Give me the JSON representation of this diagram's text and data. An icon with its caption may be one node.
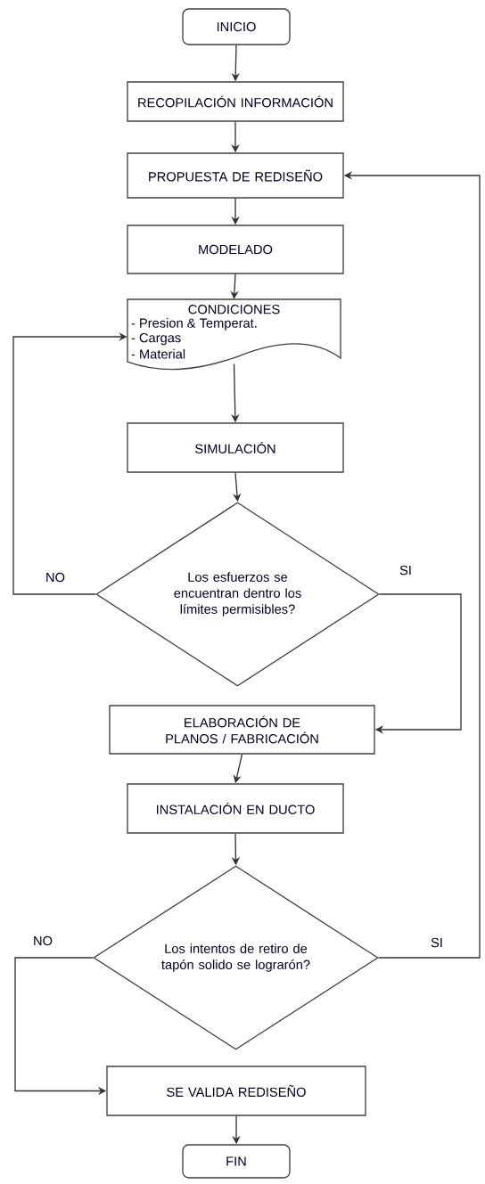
{
  "diagram": {
    "nodes": [
      {
        "text": [
          "INICIO"
        ]
      },
      {
        "text": [
          "RECOPILACIÓN INFORMACIÓN"
        ]
      },
      {
        "text": [
          "PROPUESTA DE REDISEÑO"
        ]
      },
      {
        "text": [
          "MODELADO"
        ]
      },
      {
        "text": [
          "CONDICIONES",
          "- Presion & Temperat.",
          "- Cargas",
          "- Material"
        ]
      },
      {
        "text": [
          "SIMULACIÓN"
        ]
      },
      {
        "text": [
          "Los esfuerzos se encuentran dentro los límites permisibles?"
        ]
      },
      {
        "text": [
          "ELABORACIÓN DE PLANOS / FABRICACIÓN"
        ]
      },
      {
        "text": [
          "INSTALACIÓN EN DUCTO"
        ]
      },
      {
        "text": [
          "Los intentos de retiro de tapón solido se lograrón?"
        ]
      },
      {
        "text": [
          "SE VALIDA REDISEÑO"
        ]
      },
      {
        "text": [
          "FIN"
        ]
      }
    ],
    "edges": [
      {
        "from": 0,
        "to": 1,
        "arrow": "to"
      },
      {
        "from": 1,
        "to": 2,
        "arrow": "to"
      },
      {
        "from": 2,
        "to": 3,
        "arrow": "to"
      },
      {
        "from": 3,
        "to": 4,
        "arrow": "to"
      },
      {
        "from": 4,
        "to": 5,
        "arrow": "to"
      },
      {
        "from": 5,
        "to": 6,
        "arrow": "to"
      },
      {
        "from": 6,
        "to": 4,
        "arrow": "to",
        "label": "NO"
      },
      {
        "from": 6,
        "to": 7,
        "arrow": "to",
        "label": "SI"
      },
      {
        "from": 7,
        "to": 8,
        "arrow": "to"
      },
      {
        "from": 8,
        "to": 9,
        "arrow": "to"
      },
      {
        "from": 9,
        "to": 10,
        "arrow": "to",
        "label": "NO"
      },
      {
        "from": 9,
        "to": 2,
        "arrow": "to",
        "label": "SI"
      },
      {
        "from": 10,
        "to": 11,
        "arrow": "to"
      }
    ]
  }
}
